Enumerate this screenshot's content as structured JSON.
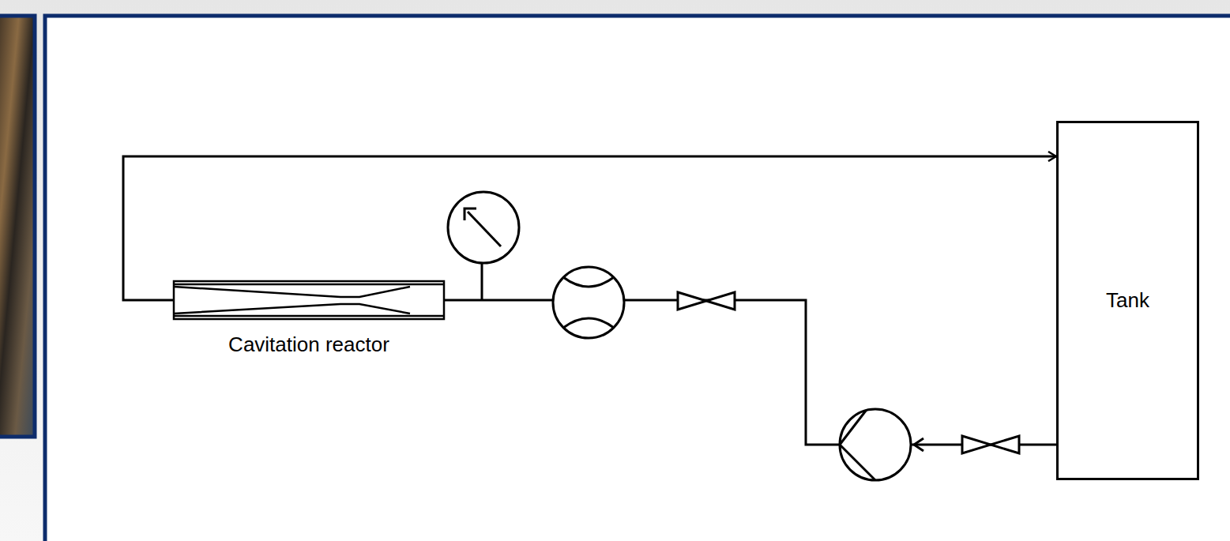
{
  "diagram": {
    "nodes": [
      {
        "text": [
          "Cavitation reactor"
        ]
      },
      {
        "text": [
          "Tank"
        ]
      }
    ],
    "edges": [
      {
        "from": 0,
        "to": 1,
        "arrow": "to"
      },
      {
        "from": 1,
        "to": 0,
        "arrow": "none"
      }
    ]
  }
}
